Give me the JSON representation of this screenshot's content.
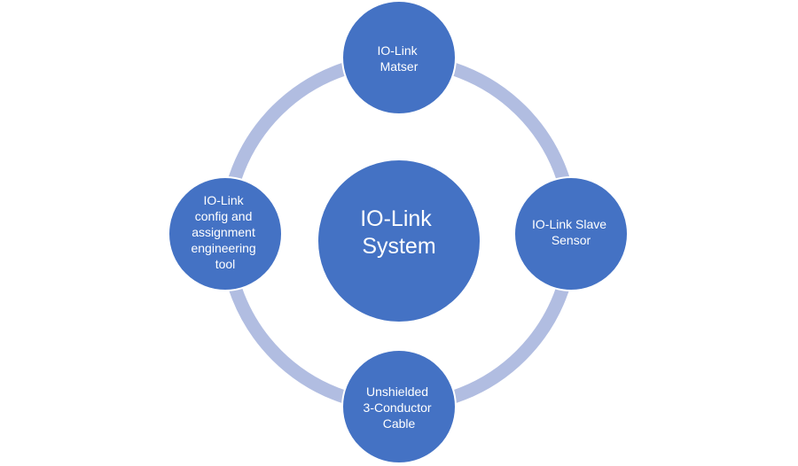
{
  "diagram": {
    "type": "cycle",
    "colors": {
      "node_fill": "#4472c4",
      "ring": "#b1bde1",
      "node_border": "#ffffff",
      "text": "#ffffff"
    },
    "center": {
      "lines": [
        "IO-Link",
        "System"
      ]
    },
    "nodes": [
      {
        "position": "top",
        "lines": [
          "IO-Link",
          "Matser"
        ]
      },
      {
        "position": "right",
        "lines": [
          "IO-Link Slave",
          "Sensor"
        ]
      },
      {
        "position": "bottom",
        "lines": [
          "Unshielded",
          "3-Conductor",
          "Cable"
        ]
      },
      {
        "position": "left",
        "lines": [
          "IO-Link",
          "config and",
          "assignment",
          "engineering",
          "tool"
        ]
      }
    ]
  }
}
